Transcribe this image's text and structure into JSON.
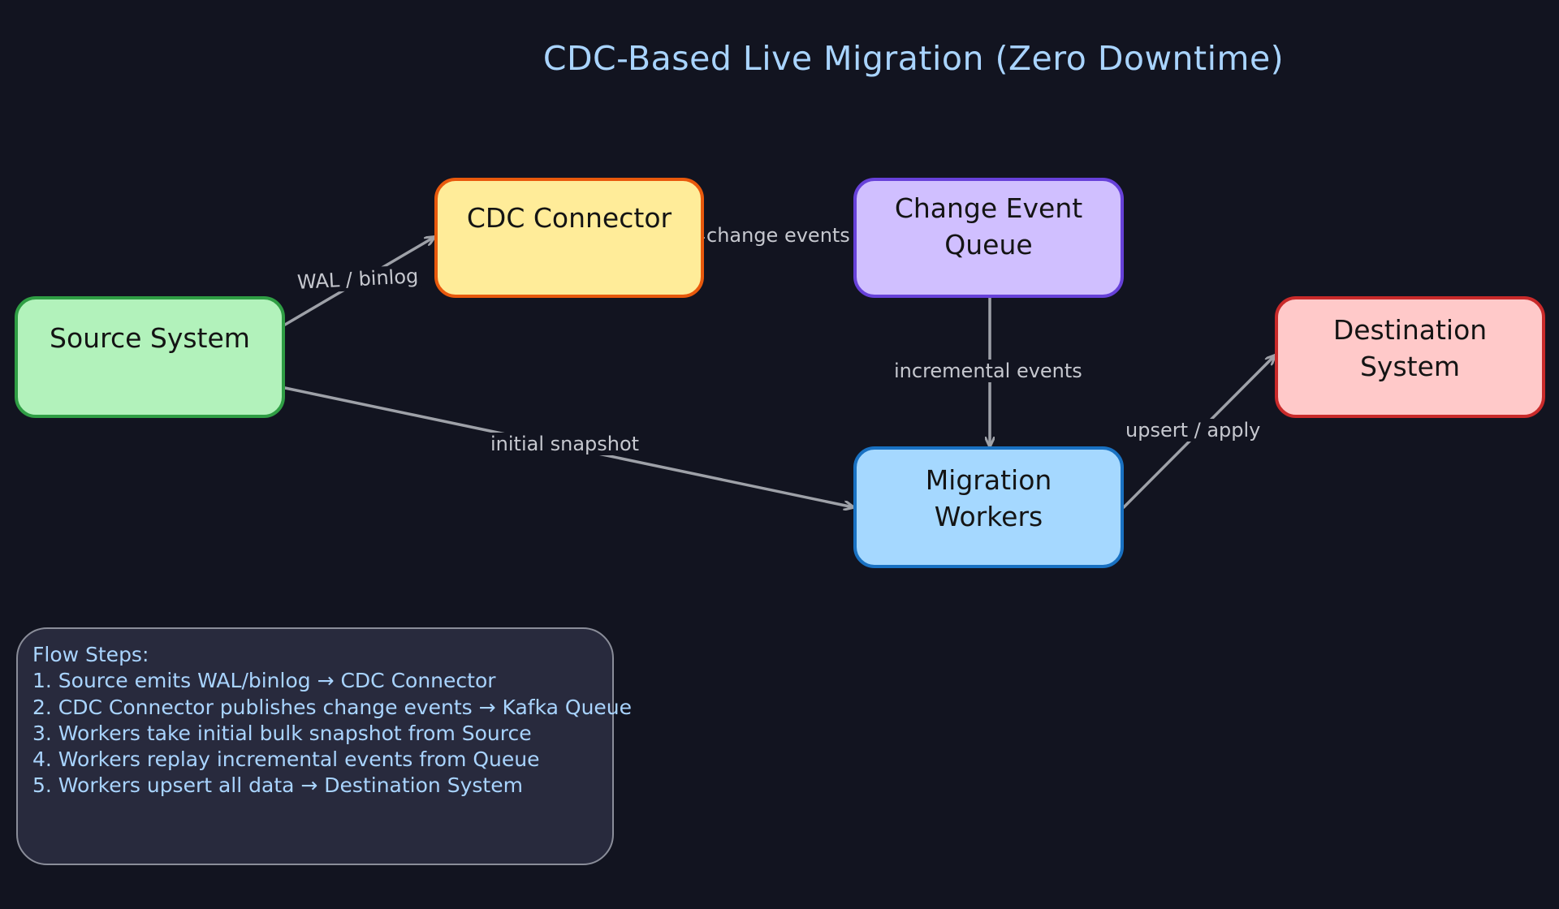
{
  "title": "CDC-Based Live Migration (Zero Downtime)",
  "nodes": {
    "source": "Source System",
    "cdc": "CDC Connector",
    "queue": "Change Event Queue",
    "workers": "Migration Workers",
    "destination": "Destination System"
  },
  "edges": {
    "wal": "WAL / binlog",
    "change": "change events",
    "incremental": "incremental events",
    "snapshot": "initial snapshot",
    "upsert": "upsert / apply"
  },
  "colors": {
    "background": "#121420",
    "title": "#a9d4ff",
    "arrow": "#9ea1a8",
    "source_fill": "#b2f2bb",
    "source_stroke": "#2f9e44",
    "cdc_fill": "#ffec99",
    "cdc_stroke": "#e8590c",
    "queue_fill": "#d0bfff",
    "queue_stroke": "#6741d9",
    "workers_fill": "#a5d8ff",
    "workers_stroke": "#1971c2",
    "destination_fill": "#ffc9c9",
    "destination_stroke": "#c92a2a"
  },
  "steps": {
    "heading": "Flow Steps:",
    "items": [
      "1. Source emits WAL/binlog → CDC Connector",
      "2. CDC Connector publishes change events → Kafka Queue",
      "3. Workers take initial bulk snapshot from Source",
      "4. Workers replay incremental events from Queue",
      "5. Workers upsert all data → Destination System"
    ]
  }
}
